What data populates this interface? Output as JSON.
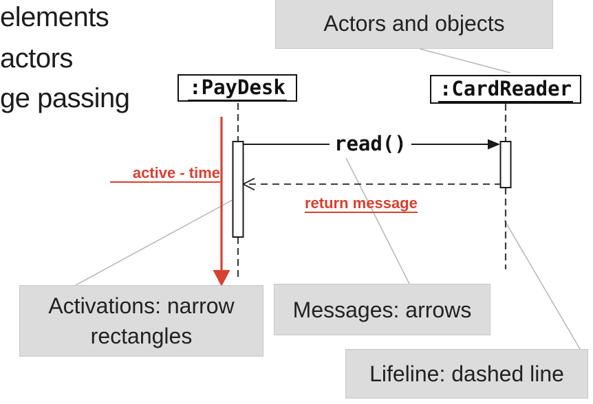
{
  "palette": {
    "accent_red": "#d8402f",
    "callout_fill": "#dcdcdc",
    "callout_border": "#c6c6c6",
    "leader_line": "#b5b5b5",
    "ink": "#1c1c1c"
  },
  "slide_text": {
    "fragment_1": "elements",
    "fragment_2": "actors",
    "fragment_3": "ge passing"
  },
  "callouts": {
    "actors_objects": "Actors and objects",
    "activations": "Activations: narrow rectangles",
    "messages": "Messages: arrows",
    "lifeline": "Lifeline: dashed line"
  },
  "sequence_diagram": {
    "object_left": ":PayDesk",
    "object_right": ":CardReader",
    "call_message": "read()",
    "annotation_active": "active - time",
    "annotation_return": "return message"
  }
}
